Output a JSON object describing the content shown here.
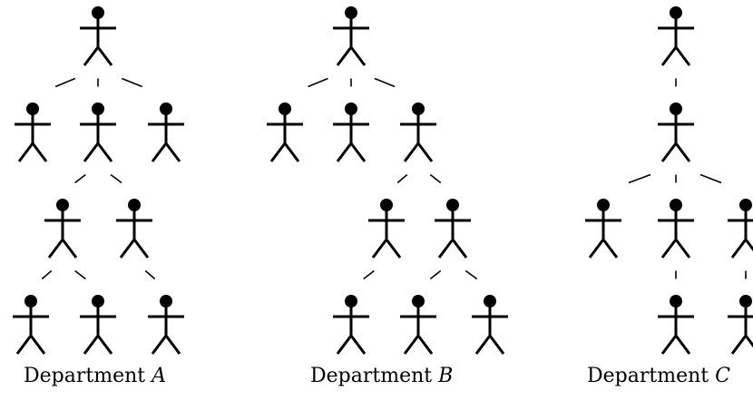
{
  "departments": [
    {
      "label": "Department",
      "letter": "A",
      "nodes": [
        {
          "id": "a0"
        },
        {
          "id": "a1",
          "parent": "a0"
        },
        {
          "id": "a2",
          "parent": "a0"
        },
        {
          "id": "a3",
          "parent": "a0"
        },
        {
          "id": "a4",
          "parent": "a2"
        },
        {
          "id": "a5",
          "parent": "a2"
        },
        {
          "id": "a6",
          "parent": "a4"
        },
        {
          "id": "a7",
          "parent": "a4"
        },
        {
          "id": "a8",
          "parent": "a5"
        }
      ]
    },
    {
      "label": "Department",
      "letter": "B",
      "nodes": [
        {
          "id": "b0"
        },
        {
          "id": "b1",
          "parent": "b0"
        },
        {
          "id": "b2",
          "parent": "b0"
        },
        {
          "id": "b3",
          "parent": "b0"
        },
        {
          "id": "b4",
          "parent": "b3"
        },
        {
          "id": "b5",
          "parent": "b3"
        },
        {
          "id": "b6",
          "parent": "b4"
        },
        {
          "id": "b7",
          "parent": "b5"
        },
        {
          "id": "b8",
          "parent": "b5"
        }
      ]
    },
    {
      "label": "Department",
      "letter": "C",
      "nodes": [
        {
          "id": "c0"
        },
        {
          "id": "c1",
          "parent": "c0"
        },
        {
          "id": "c2",
          "parent": "c1"
        },
        {
          "id": "c3",
          "parent": "c1"
        },
        {
          "id": "c4",
          "parent": "c1"
        },
        {
          "id": "c5",
          "parent": "c3"
        },
        {
          "id": "c6",
          "parent": "c4"
        }
      ]
    }
  ]
}
